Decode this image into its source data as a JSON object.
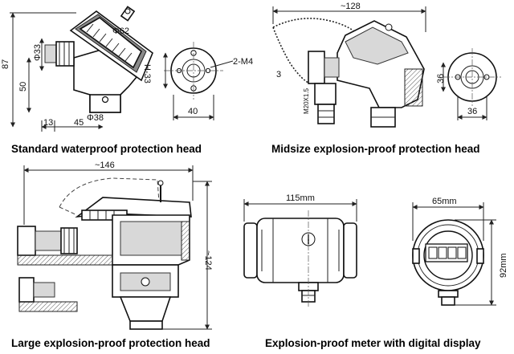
{
  "panels": {
    "standard": {
      "caption": "Standard waterproof protection head",
      "dims": {
        "h87": "87",
        "h50": "50",
        "d33": "Φ33",
        "d62": "Φ62",
        "d38": "Φ38",
        "w13": "13",
        "w45": "45",
        "h33": "H-33",
        "m4": "2-M4",
        "w40": "40"
      }
    },
    "midsize": {
      "caption": "Midsize explosion-proof protection head",
      "dims": {
        "w128": "~128",
        "h3": "3",
        "thread": "M20X1.5",
        "h36": "36",
        "w36": "36"
      }
    },
    "large": {
      "caption": "Large explosion-proof protection head",
      "dims": {
        "w146": "~146",
        "h124": "~124"
      }
    },
    "meter": {
      "caption": "Explosion-proof meter with digital display",
      "dims": {
        "w115": "115mm",
        "w65": "65mm",
        "h92": "92mm"
      }
    }
  }
}
